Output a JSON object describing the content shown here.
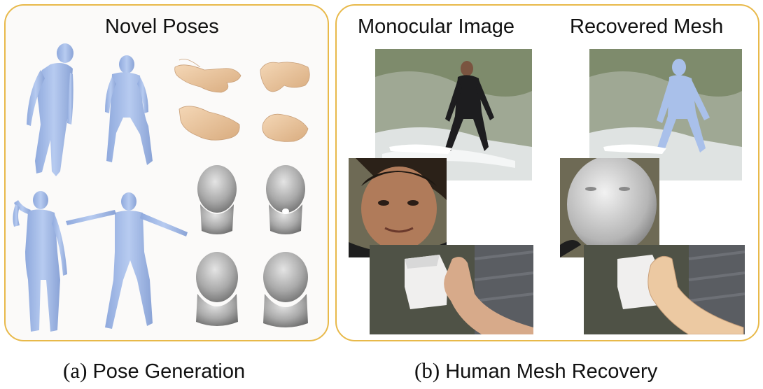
{
  "panel_a": {
    "title": "Novel Poses",
    "caption_tag": "(a)",
    "caption_text": "Pose Generation"
  },
  "panel_b": {
    "left_column_title": "Monocular Image",
    "right_column_title": "Recovered Mesh",
    "caption_tag": "(b)",
    "caption_text": "Human Mesh Recovery"
  },
  "colors": {
    "panel_border": "#e8b94a",
    "body_mesh": "#a9c0ea",
    "hand_mesh": "#ecc9a2",
    "head_mesh": "#b8b8b8"
  }
}
